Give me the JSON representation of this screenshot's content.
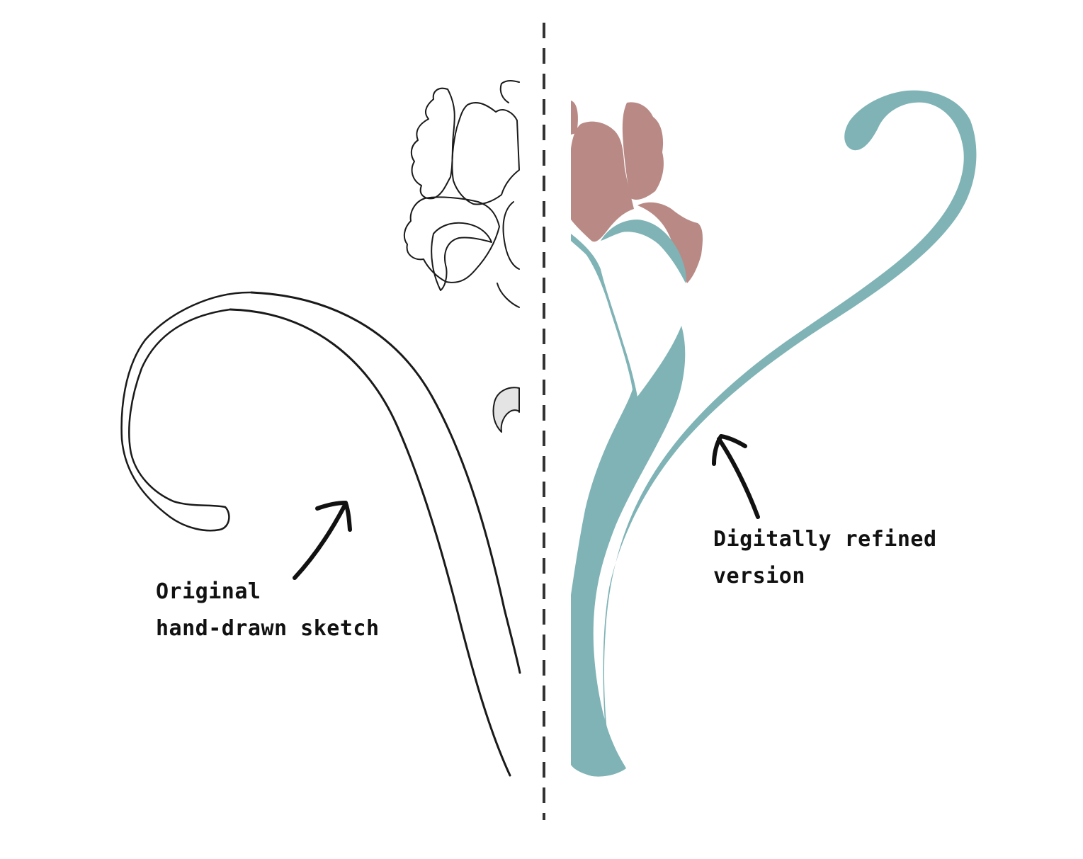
{
  "captions": {
    "left": {
      "line1": "Original",
      "line2": "hand-drawn sketch"
    },
    "right": {
      "line1": "Digitally refined",
      "line2": "version"
    }
  },
  "colors": {
    "sketch_line": "#1a1a1a",
    "stem_teal": "#7fb3b5",
    "petal_rose": "#b98a85",
    "divider": "#333333",
    "arrow": "#111111",
    "background": "#ffffff"
  },
  "illustration": {
    "subject": "iris flower with curling stem",
    "left_half": "pencil sketch",
    "right_half": "flat digital vector"
  }
}
